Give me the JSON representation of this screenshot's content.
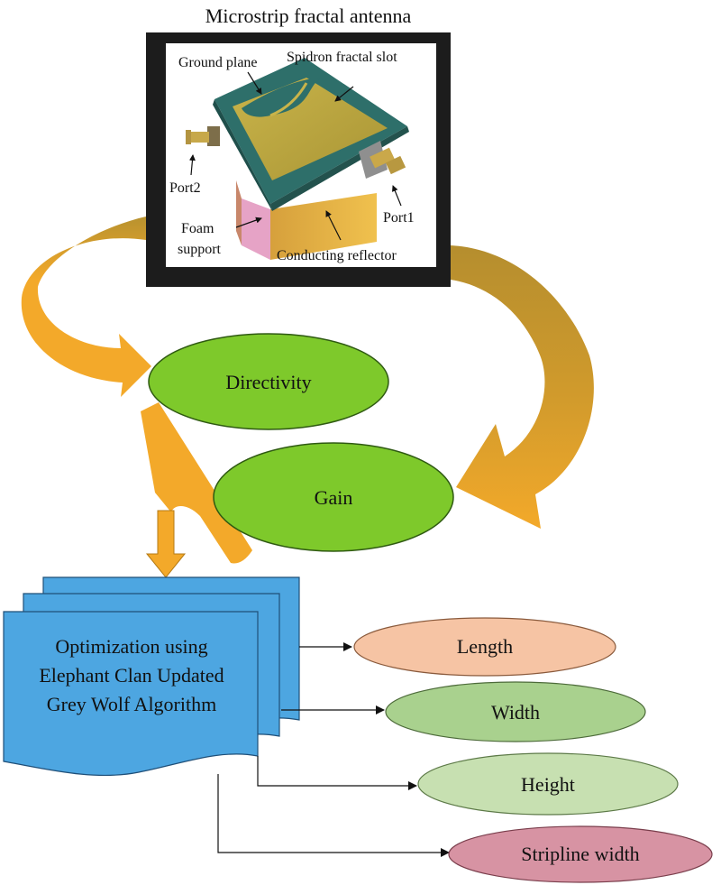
{
  "title": "Microstrip fractal antenna",
  "photo": {
    "labels": {
      "ground_plane": "Ground plane",
      "spidron_slot": "Spidron fractal slot",
      "port2": "Port2",
      "port1": "Port1",
      "foam_line1": "Foam",
      "foam_line2": "support",
      "reflector": "Conducting reflector"
    }
  },
  "nodes": {
    "directivity": "Directivity",
    "gain": "Gain"
  },
  "optimizer": {
    "line1": "Optimization using",
    "line2": "Elephant Clan Updated",
    "line3": "Grey Wolf Algorithm"
  },
  "outputs": {
    "length": "Length",
    "width": "Width",
    "height": "Height",
    "stripline": "Stripline width"
  },
  "colors": {
    "arrow_orange": "#f3a92a",
    "arrow_brown": "#b8922f",
    "ellipse_green": "#7ec92b",
    "doc_blue": "#4da6e1",
    "length_fill": "#f6c4a4",
    "width_fill": "#a9d18e",
    "height_fill": "#c7e0b1",
    "stripline_fill": "#d793a3"
  }
}
